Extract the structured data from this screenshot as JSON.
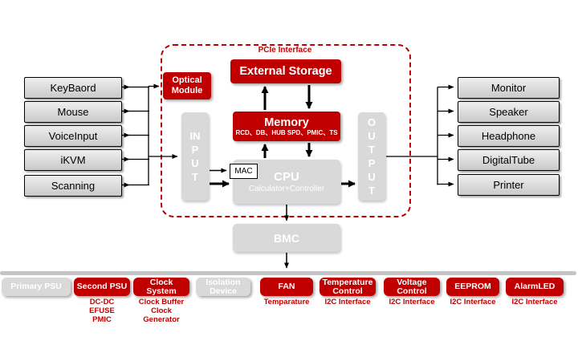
{
  "colors": {
    "accent_red": "#c00000",
    "box_gray": "#d9d9d9"
  },
  "left_devices": [
    "KeyBaord",
    "Mouse",
    "VoiceInput",
    "iKVM",
    "Scanning"
  ],
  "right_devices": [
    "Monitor",
    "Speaker",
    "Headphone",
    "DigitalTube",
    "Printer"
  ],
  "core": {
    "pcie_label": "PCIe Interface",
    "optical_module_label": "Optical\nModule",
    "external_storage_label": "External Storage",
    "memory_title": "Memory",
    "memory_subtitle": "RCD、DB、HUB SPD、PMIC、TS",
    "input_label": "INPUT",
    "mac_label": "MAC",
    "cpu_title": "CPU",
    "cpu_subtitle": "Calculator+Controller",
    "output_label": "OUTPUT",
    "bmc_label": "BMC"
  },
  "bottom_modules": [
    {
      "label": "Primary PSU",
      "variant": "gray",
      "sub": ""
    },
    {
      "label": "Second PSU",
      "variant": "red",
      "sub": "DC-DC\nEFUSE\nPMIC"
    },
    {
      "label": "Clock System",
      "variant": "red",
      "sub": "Clock Buffer\nClock Generator"
    },
    {
      "label": "Isolation Device",
      "variant": "gray",
      "sub": ""
    },
    {
      "label": "FAN",
      "variant": "red",
      "sub": "Temparature"
    },
    {
      "label": "Temperature Control",
      "variant": "red",
      "sub": "I2C Interface"
    },
    {
      "label": "Voltage Control",
      "variant": "red",
      "sub": "I2C Interface"
    },
    {
      "label": "EEPROM",
      "variant": "red",
      "sub": "I2C Interface"
    },
    {
      "label": "AlarmLED",
      "variant": "red",
      "sub": "I2C Interface"
    }
  ]
}
